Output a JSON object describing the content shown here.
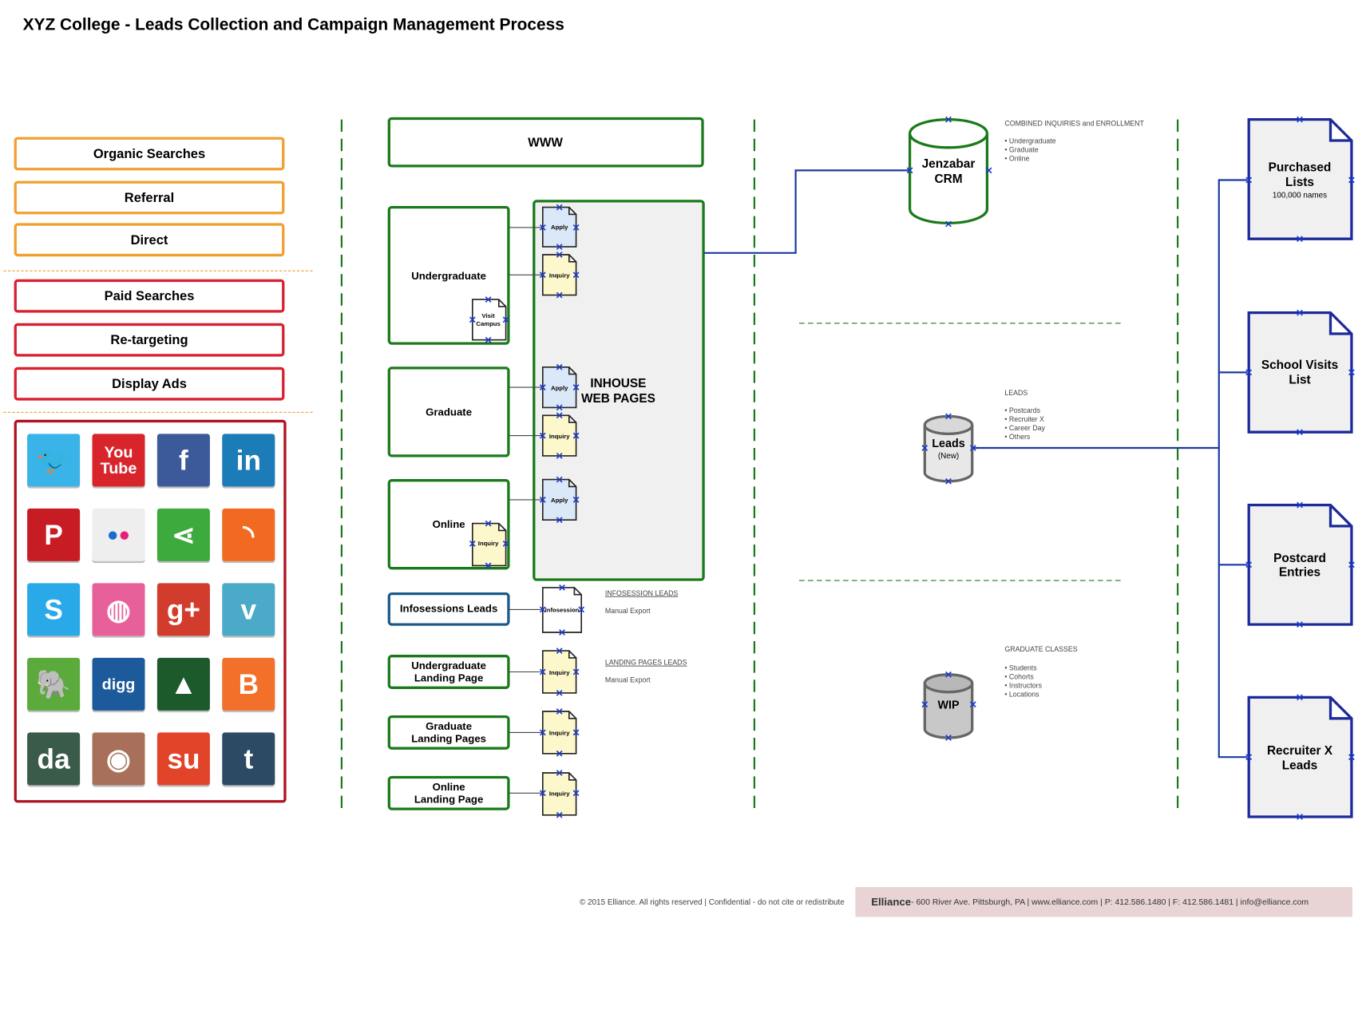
{
  "title": "XYZ College - Leads Collection and Campaign Management Process",
  "sources": {
    "organic": [
      "Organic Searches",
      "Referral",
      "Direct"
    ],
    "paid": [
      "Paid Searches",
      "Re-targeting",
      "Display Ads"
    ]
  },
  "social_icons": [
    {
      "name": "twitter-icon",
      "glyph": "🐦",
      "color": "#3ab4e8"
    },
    {
      "name": "youtube-icon",
      "glyph": "You\nTube",
      "color": "#d8252c"
    },
    {
      "name": "facebook-icon",
      "glyph": "f",
      "color": "#3c5a9a"
    },
    {
      "name": "linkedin-icon",
      "glyph": "in",
      "color": "#1c7cb8"
    },
    {
      "name": "pinterest-icon",
      "glyph": "P",
      "color": "#c81c24"
    },
    {
      "name": "flickr-icon",
      "glyph": "●●",
      "color": "#eeeeee"
    },
    {
      "name": "share-icon",
      "glyph": "⋖",
      "color": "#3caa3c"
    },
    {
      "name": "rss-icon",
      "glyph": "◝",
      "color": "#f26a22"
    },
    {
      "name": "skype-icon",
      "glyph": "S",
      "color": "#2aa9e8"
    },
    {
      "name": "dribbble-icon",
      "glyph": "◍",
      "color": "#e8609a"
    },
    {
      "name": "google-plus-icon",
      "glyph": "g+",
      "color": "#d23c2c"
    },
    {
      "name": "vimeo-icon",
      "glyph": "v",
      "color": "#4aaac8"
    },
    {
      "name": "evernote-icon",
      "glyph": "🐘",
      "color": "#5aaa3c"
    },
    {
      "name": "digg-icon",
      "glyph": "digg",
      "color": "#1c5a9c"
    },
    {
      "name": "forrst-icon",
      "glyph": "▲",
      "color": "#1c5a2c"
    },
    {
      "name": "blogger-icon",
      "glyph": "B",
      "color": "#f2702a"
    },
    {
      "name": "deviantart-icon",
      "glyph": "da",
      "color": "#3a5a4a"
    },
    {
      "name": "instagram-icon",
      "glyph": "◉",
      "color": "#a8705a"
    },
    {
      "name": "stumbleupon-icon",
      "glyph": "su",
      "color": "#e2442a"
    },
    {
      "name": "tumblr-icon",
      "glyph": "t",
      "color": "#2c4a64"
    }
  ],
  "center": {
    "www": "WWW",
    "undergraduate": "Undergraduate",
    "graduate": "Graduate",
    "online": "Online",
    "inhouse_line1": "INHOUSE",
    "inhouse_line2": "WEB PAGES",
    "visit_line1": "Visit",
    "visit_line2": "Campus",
    "apply": "Apply",
    "inquiry": "Inquiry",
    "infosession_doc": "Infosession",
    "infosessions_leads": "Infosessions Leads",
    "ug_landing_line1": "Undergraduate",
    "ug_landing_line2": "Landing Page",
    "grad_landing_line1": "Graduate",
    "grad_landing_line2": "Landing Pages",
    "online_landing_line1": "Online",
    "online_landing_line2": "Landing Page",
    "infosession_leads_label": "INFOSESSION LEADS",
    "manual_export": "Manual Export",
    "landing_pages_leads_label": "LANDING PAGES LEADS"
  },
  "databases": {
    "jenzabar_line1": "Jenzabar",
    "jenzabar_line2": "CRM",
    "combined_label": "COMBINED INQUIRIES and ENROLLMENT",
    "combined_items": [
      "• Undergraduate",
      "• Graduate",
      "• Online"
    ],
    "leads_line1": "Leads",
    "leads_line2": "(New)",
    "leads_label": "LEADS",
    "leads_items": [
      "• Postcards",
      "• Recruiter X",
      "• Career Day",
      "• Others"
    ],
    "wip": "WIP",
    "grad_classes_label": "GRADUATE CLASSES",
    "grad_classes_items": [
      "• Students",
      "• Cohorts",
      "• Instructors",
      "• Locations"
    ]
  },
  "lists": {
    "purchased_line1": "Purchased",
    "purchased_line2": "Lists",
    "purchased_sub": "100,000 names",
    "school_line1": "School Visits",
    "school_line2": "List",
    "postcard_line1": "Postcard",
    "postcard_line2": "Entries",
    "recruiter_line1": "Recruiter X",
    "recruiter_line2": "Leads"
  },
  "footer": {
    "copyright": "© 2015 Elliance. All rights reserved  |  Confidential - do not cite or redistribute",
    "company": "Elliance",
    "contact": " - 600 River Ave. Pittsburgh, PA  |  www.elliance.com  |  P: 412.586.1480  |  F: 412.586.1481  |  info@elliance.com"
  },
  "colors": {
    "orange": "#f0a030",
    "red": "#d82030",
    "green": "#1a7a1a",
    "blue": "#1a3aa0",
    "navy": "#1c2a9a"
  }
}
